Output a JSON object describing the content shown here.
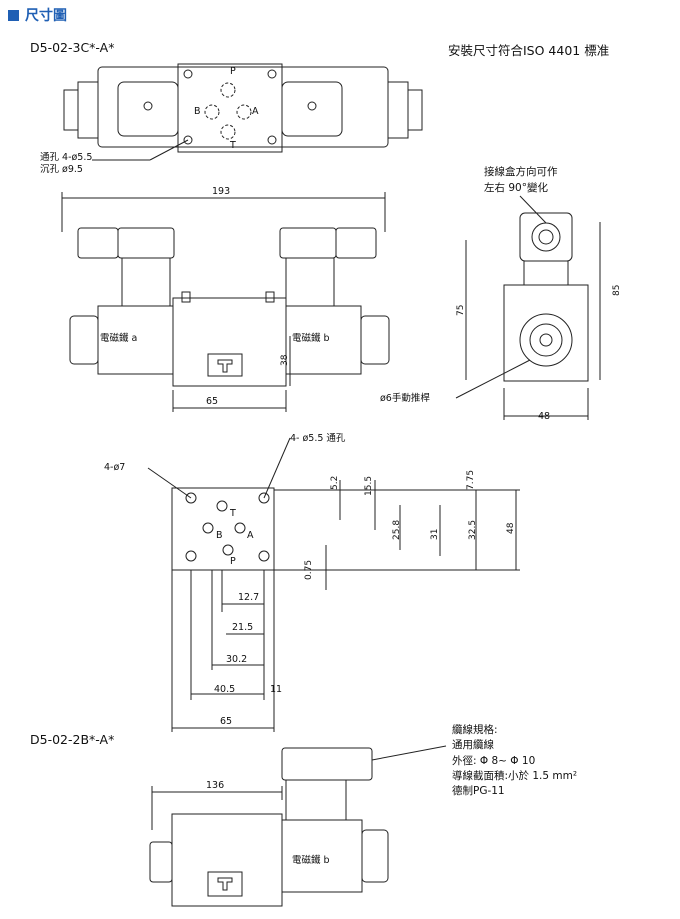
{
  "header": {
    "title": "尺寸圖"
  },
  "models": {
    "top": "D5-02-3C*-A*",
    "bottom": "D5-02-2B*-A*"
  },
  "standard_note": "安裝尺寸符合ISO 4401 標准",
  "top_view": {
    "port_p": "P",
    "port_a": "A",
    "port_b": "B",
    "port_t": "T",
    "through_hole": "通孔 4-ø5.5",
    "counterbore": "沉孔 ø9.5"
  },
  "front_view": {
    "dim_193": "193",
    "dim_65": "65",
    "dim_38": "38",
    "solenoid_a": "電磁鐵 a",
    "solenoid_b": "電磁鐵 b"
  },
  "side_view": {
    "note_line1": "接線盒方向可作",
    "note_line2": "左右 90°變化",
    "dim_75": "75",
    "dim_85": "85",
    "dim_48": "48",
    "manual_push": "ø6手動推桿"
  },
  "mount_view": {
    "hole_through": "4- ø5.5  通孔",
    "hole_port": "4-ø7",
    "port_t": "T",
    "port_b": "B",
    "port_a": "A",
    "port_p": "P",
    "dims_v": [
      "5.2",
      "15.5",
      "7.75",
      "25.8",
      "31",
      "32.5",
      "48",
      "0.75"
    ],
    "dims_h": [
      "12.7",
      "21.5",
      "30.2",
      "40.5",
      "11",
      "65"
    ]
  },
  "cable_spec": {
    "title": "纜線規格:",
    "line1": "通用纜線",
    "line2": "外徑: Φ 8~ Φ 10",
    "line3": "導線截面積:小於 1.5 mm²",
    "line4": "德制PG-11"
  },
  "bottom_view": {
    "dim_136": "136",
    "solenoid_b": "電磁鐵 b"
  }
}
